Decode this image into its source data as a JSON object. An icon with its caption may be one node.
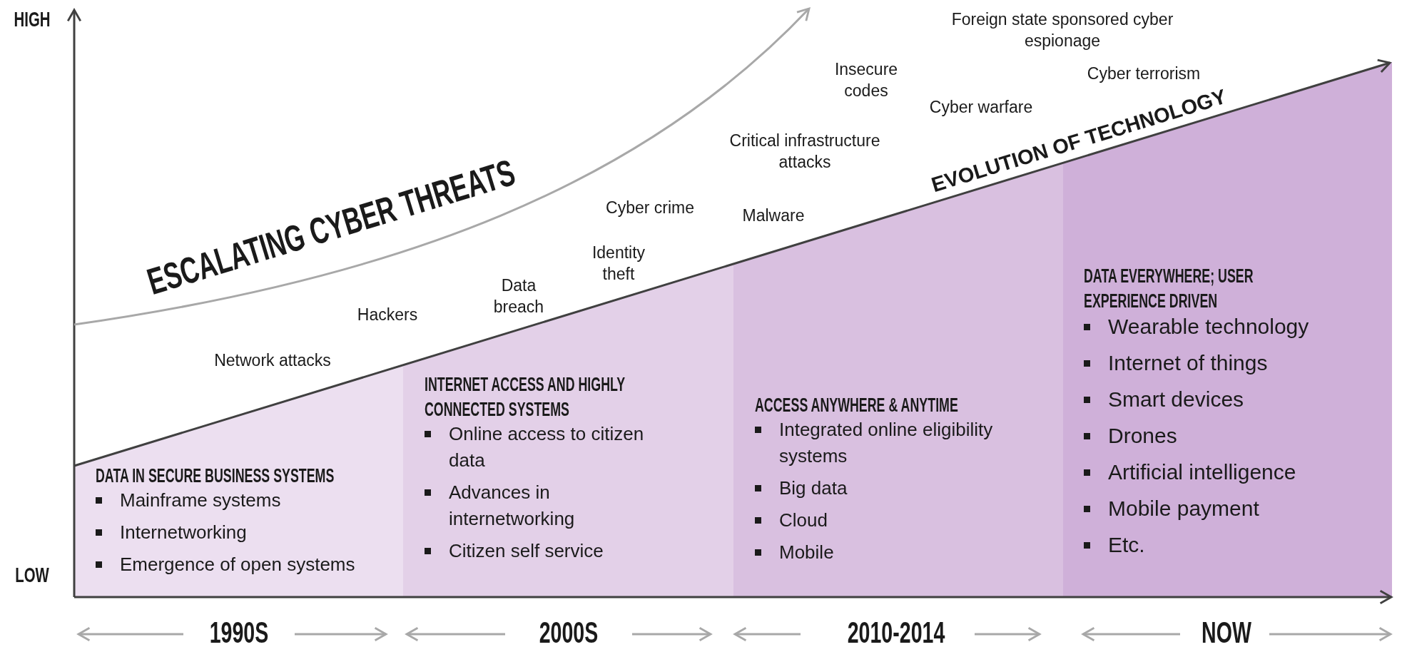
{
  "diagram": {
    "nodes": [
      {
        "text": [
          "DATA IN SECURE BUSINESS SYSTEMS",
          "Mainframe systems",
          "Internetworking",
          "Emergence of open systems"
        ]
      },
      {
        "text": [
          "INTERNET ACCESS AND HIGHLY CONNECTED SYSTEMS",
          "Online access to citizen data",
          "Advances in internetworking",
          "Citizen self service"
        ]
      },
      {
        "text": [
          "ACCESS ANYWHERE & ANYTIME",
          "Integrated online eligibility systems",
          "Big data",
          "Cloud",
          "Mobile"
        ]
      },
      {
        "text": [
          "DATA EVERYWHERE; USER EXPERIENCE DRIVEN",
          "Wearable technology",
          "Internet of things",
          "Smart devices",
          "Drones",
          "Artificial intelligence",
          "Mobile payment",
          "Etc."
        ]
      }
    ],
    "edges": [],
    "labels": [
      "HIGH",
      "Foreign state sponsored cyber espionage",
      "Insecure codes",
      "Cyber terrorism",
      "Cyber warfare",
      "EVOLUTION OF TECHNOLOGY",
      "Critical infrastructure attacks",
      "ESCALATING CYBER THREATS",
      "Cyber crime",
      "Malware",
      "Identity theft",
      "Data breach",
      "Hackers",
      "Network attacks",
      "LOW",
      "1990S",
      "2000S",
      "2010-2014",
      "NOW"
    ]
  }
}
